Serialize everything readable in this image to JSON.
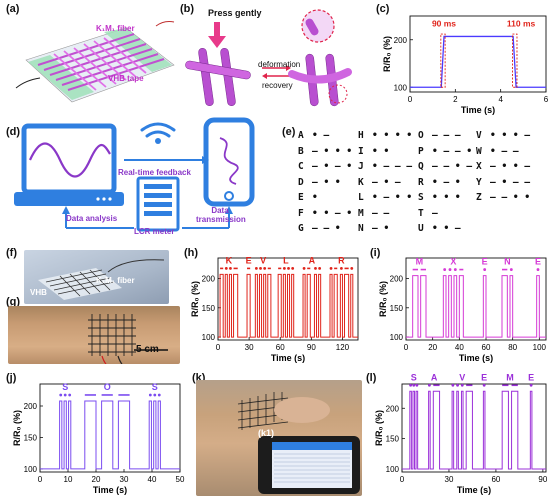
{
  "panels": {
    "a": {
      "label": "(a)",
      "fiber_label": "K₁M₁ fiber",
      "tape_label": "VHB tape"
    },
    "b": {
      "label": "(b)",
      "press_label": "Press gently",
      "deformation_label": "deformation",
      "recovery_label": "recovery"
    },
    "c": {
      "label": "(c)"
    },
    "d": {
      "label": "(d)",
      "feedback_label": "Real-time feedback",
      "analysis_label": "Data analysis",
      "meter_label": "LCR meter",
      "transmission_label": "Data transmission"
    },
    "e": {
      "label": "(e)"
    },
    "f": {
      "label": "(f)",
      "fiber_label": "K₁M₁ fiber",
      "vhb_label": "VHB"
    },
    "g": {
      "label": "(g)",
      "scale_label": "5 cm"
    },
    "h": {
      "label": "(h)"
    },
    "i": {
      "label": "(i)"
    },
    "j": {
      "label": "(j)"
    },
    "k": {
      "label": "(k)",
      "inset_label": "(k1)"
    },
    "l": {
      "label": "(l)"
    }
  },
  "morse_code": [
    [
      "A",
      "• ‒"
    ],
    [
      "B",
      "‒ • • •"
    ],
    [
      "C",
      "‒ • ‒ •"
    ],
    [
      "D",
      "‒ • •"
    ],
    [
      "E",
      "•"
    ],
    [
      "F",
      "• • ‒ •"
    ],
    [
      "G",
      "‒ ‒ •"
    ],
    [
      "H",
      "• • • •"
    ],
    [
      "I",
      "• •"
    ],
    [
      "J",
      "• ‒ ‒ ‒"
    ],
    [
      "K",
      "‒ • ‒"
    ],
    [
      "L",
      "• ‒ • •"
    ],
    [
      "M",
      "‒ ‒"
    ],
    [
      "N",
      "‒ •"
    ],
    [
      "O",
      "‒ ‒ ‒"
    ],
    [
      "P",
      "• ‒ ‒ •"
    ],
    [
      "Q",
      "‒ ‒ • ‒"
    ],
    [
      "R",
      "• ‒ •"
    ],
    [
      "S",
      "• • •"
    ],
    [
      "T",
      "‒"
    ],
    [
      "U",
      "• • ‒"
    ],
    [
      "V",
      "• • • ‒"
    ],
    [
      "W",
      "• ‒ ‒"
    ],
    [
      "X",
      "‒ • • ‒"
    ],
    [
      "Y",
      "‒ • ‒ ‒"
    ],
    [
      "Z",
      "‒ ‒ • •"
    ]
  ],
  "colors": {
    "blue": "#4a3aff",
    "red": "#e0241b",
    "magenta": "#d63ad6",
    "violet": "#7b4cf0",
    "purple": "#9b30d9"
  },
  "chart_data": [
    {
      "id": "c",
      "type": "line",
      "xlabel": "Time (s)",
      "ylabel": "R/R₀ (%)",
      "xlim": [
        0,
        6
      ],
      "ylim": [
        90,
        250
      ],
      "xticks": [
        0,
        2,
        4,
        6
      ],
      "yticks": [
        100,
        200
      ],
      "series": [
        {
          "x": [
            0,
            1.38,
            1.5,
            4.55,
            4.68,
            6
          ],
          "y": [
            100,
            100,
            207,
            207,
            100,
            100
          ]
        }
      ],
      "annotations": [
        "90 ms",
        "110 ms"
      ]
    },
    {
      "id": "h",
      "type": "line",
      "xlabel": "Time (s)",
      "ylabel": "R/R₀ (%)",
      "xlim": [
        0,
        135
      ],
      "ylim": [
        95,
        235
      ],
      "xticks": [
        0,
        30,
        60,
        90,
        120
      ],
      "yticks": [
        100,
        150,
        200
      ],
      "letters": [
        "K",
        "E",
        "V",
        "L",
        "A",
        "R"
      ],
      "pulses": [
        [
          2,
          5
        ],
        [
          7,
          9
        ],
        [
          11,
          13
        ],
        [
          15,
          19
        ],
        [
          28,
          31
        ],
        [
          36,
          38
        ],
        [
          40,
          42
        ],
        [
          44,
          46
        ],
        [
          48,
          51
        ],
        [
          58,
          61
        ],
        [
          63,
          65
        ],
        [
          67,
          69
        ],
        [
          71,
          73
        ],
        [
          82,
          84
        ],
        [
          86,
          89
        ],
        [
          93,
          95
        ],
        [
          97,
          99
        ],
        [
          108,
          110
        ],
        [
          112,
          115
        ],
        [
          118,
          120
        ],
        [
          122,
          126
        ],
        [
          128,
          130
        ]
      ],
      "high": 207
    },
    {
      "id": "i",
      "type": "line",
      "xlabel": "Time (s)",
      "ylabel": "R/R₀ (%)",
      "xlim": [
        0,
        105
      ],
      "ylim": [
        95,
        235
      ],
      "xticks": [
        0,
        20,
        40,
        60,
        80,
        100
      ],
      "yticks": [
        100,
        150,
        200
      ],
      "letters": [
        "M",
        "X",
        "E",
        "N",
        "E"
      ],
      "pulses": [
        [
          5,
          9
        ],
        [
          11,
          15
        ],
        [
          28,
          30
        ],
        [
          32,
          34
        ],
        [
          36,
          38
        ],
        [
          40,
          43
        ],
        [
          58,
          60
        ],
        [
          72,
          76
        ],
        [
          78,
          80
        ],
        [
          98,
          100
        ]
      ],
      "high": 205
    },
    {
      "id": "j",
      "type": "line",
      "xlabel": "Time (s)",
      "ylabel": "R/R₀ (%)",
      "xlim": [
        0,
        50
      ],
      "ylim": [
        95,
        235
      ],
      "xticks": [
        0,
        10,
        20,
        30,
        40,
        50
      ],
      "yticks": [
        100,
        150,
        200
      ],
      "letters": [
        "S",
        "O",
        "S"
      ],
      "pulses": [
        [
          7,
          7.8
        ],
        [
          8.6,
          9.4
        ],
        [
          10.2,
          11
        ],
        [
          16,
          20
        ],
        [
          22,
          26
        ],
        [
          28,
          32
        ],
        [
          39,
          39.8
        ],
        [
          40.6,
          41.4
        ],
        [
          42.2,
          43
        ]
      ],
      "high": 208
    },
    {
      "id": "l",
      "type": "line",
      "xlabel": "Time (s)",
      "ylabel": "R/R₀ (%)",
      "xlim": [
        0,
        92
      ],
      "ylim": [
        95,
        240
      ],
      "xticks": [
        0,
        30,
        60,
        90
      ],
      "yticks": [
        100,
        150,
        200
      ],
      "letters": [
        "S",
        "A",
        "V",
        "E",
        "M",
        "E"
      ],
      "pulses": [
        [
          5,
          6
        ],
        [
          7,
          8
        ],
        [
          9,
          10
        ],
        [
          17,
          18
        ],
        [
          20,
          24
        ],
        [
          32,
          33
        ],
        [
          35,
          36
        ],
        [
          38,
          39
        ],
        [
          41,
          45
        ],
        [
          52,
          53
        ],
        [
          64,
          68
        ],
        [
          70,
          74
        ],
        [
          82,
          83
        ]
      ],
      "high": 228
    }
  ]
}
